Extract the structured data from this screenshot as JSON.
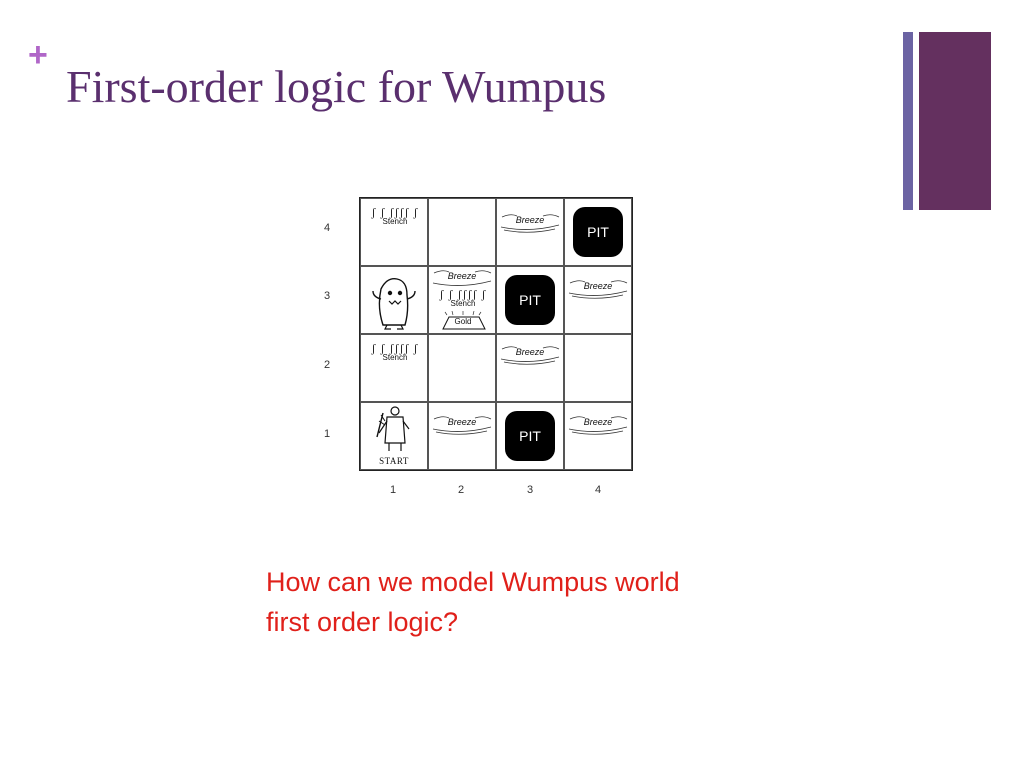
{
  "slide": {
    "bullet": "+",
    "title": "First-order logic for Wumpus",
    "question_line1": "How can we model Wumpus world",
    "question_line2": "first order logic?"
  },
  "grid": {
    "row_labels": [
      "4",
      "3",
      "2",
      "1"
    ],
    "col_labels": [
      "1",
      "2",
      "3",
      "4"
    ],
    "pit_label": "PIT",
    "breeze_label": "Breeze",
    "stench_label": "Stench",
    "stench_squiggle": "ʃ ʃ ʃʃʃʃ ʃ",
    "gold_label": "Gold",
    "start_label": "START"
  },
  "colors": {
    "title": "#5a2f6e",
    "bullet": "#b066c8",
    "question": "#e0201a",
    "bar_thin": "#6b63a3",
    "bar_thick": "#64305f"
  }
}
